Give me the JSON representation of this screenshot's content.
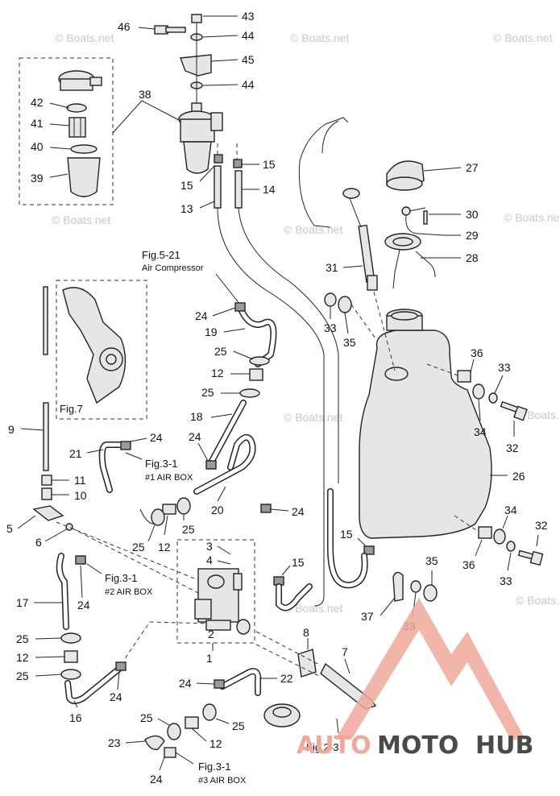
{
  "watermark": "© Boats.net",
  "part_numbers": {
    "p1": "1",
    "p2": "2",
    "p3": "3",
    "p4": "4",
    "p5": "5",
    "p6": "6",
    "p7": "7",
    "p8": "8",
    "p9": "9",
    "p10": "10",
    "p11": "11",
    "p12": "12",
    "p13": "13",
    "p14": "14",
    "p15": "15",
    "p16": "16",
    "p17": "17",
    "p18": "18",
    "p19": "19",
    "p20": "20",
    "p21": "21",
    "p22": "22",
    "p23": "23",
    "p24": "24",
    "p25": "25",
    "p26": "26",
    "p27": "27",
    "p28": "28",
    "p29": "29",
    "p30": "30",
    "p31": "31",
    "p32": "32",
    "p33": "33",
    "p34": "34",
    "p35": "35",
    "p36": "36",
    "p37": "37",
    "p38": "38",
    "p39": "39",
    "p40": "40",
    "p41": "41",
    "p42": "42",
    "p43": "43",
    "p44": "44",
    "p45": "45",
    "p46": "46"
  },
  "references": {
    "fig521": "Fig.5-21",
    "air_compressor": "Air Compressor",
    "fig31": "Fig.3-1",
    "air_box_1": "#1 AIR BOX",
    "air_box_2": "#2 AIR BOX",
    "air_box_3": "#3 AIR BOX",
    "fig7": "Fig.7",
    "fig23": "Fig.2-3"
  },
  "brand": {
    "part_a": "AUTO",
    "part_b": "MOTO",
    "part_c": "HUB",
    "accent_color": "#f0a89a"
  }
}
